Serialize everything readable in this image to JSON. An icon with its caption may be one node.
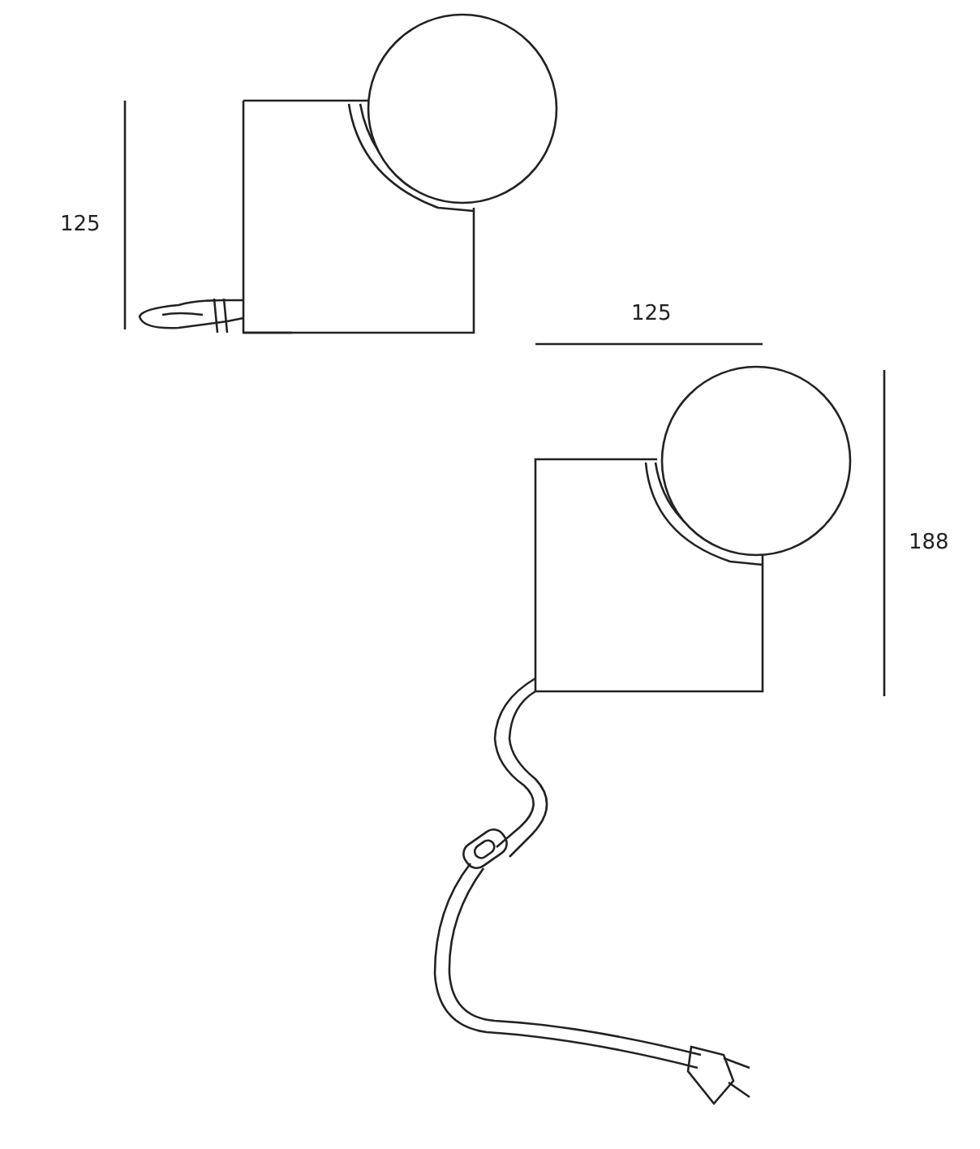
{
  "diagram": {
    "labels": [
      "125",
      "125",
      "188"
    ]
  }
}
